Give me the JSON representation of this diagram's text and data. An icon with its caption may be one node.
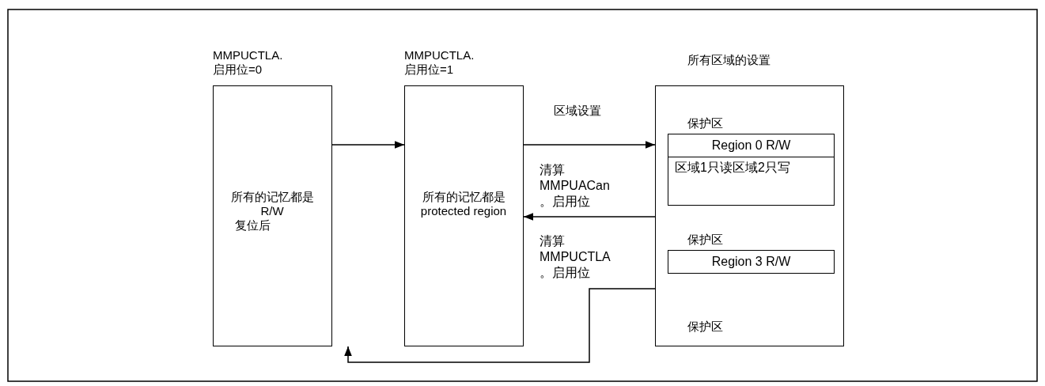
{
  "diagram": {
    "nodes": [
      {
        "text": [
          "MMPUCTLA. 启用位=0",
          "所有的记忆都是 R/W",
          "复位后"
        ]
      },
      {
        "text": [
          "MMPUCTLA. 启用位=1",
          "所有的记忆都是 protected region"
        ]
      },
      {
        "text": [
          "所有区域的设置",
          "保护区",
          "保护区",
          "保护区"
        ]
      },
      {
        "text": [
          "Region 0 R/W"
        ],
        "in": 2
      },
      {
        "text": [
          "区域1只读区域2只写"
        ],
        "in": 2
      },
      {
        "text": [
          "Region 3 R/W"
        ],
        "in": 2
      }
    ],
    "edges": [
      {
        "from": 0,
        "to": 1,
        "arrow": "to"
      },
      {
        "from": 1,
        "to": 2,
        "arrow": "to",
        "label": "区域设置"
      },
      {
        "from": 2,
        "to": 1,
        "arrow": "to",
        "label": "清算 MMPUACan 。启用位"
      },
      {
        "from": 2,
        "to": 0,
        "arrow": "to",
        "label": "清算 MMPUCTLA 。启用位"
      }
    ]
  }
}
